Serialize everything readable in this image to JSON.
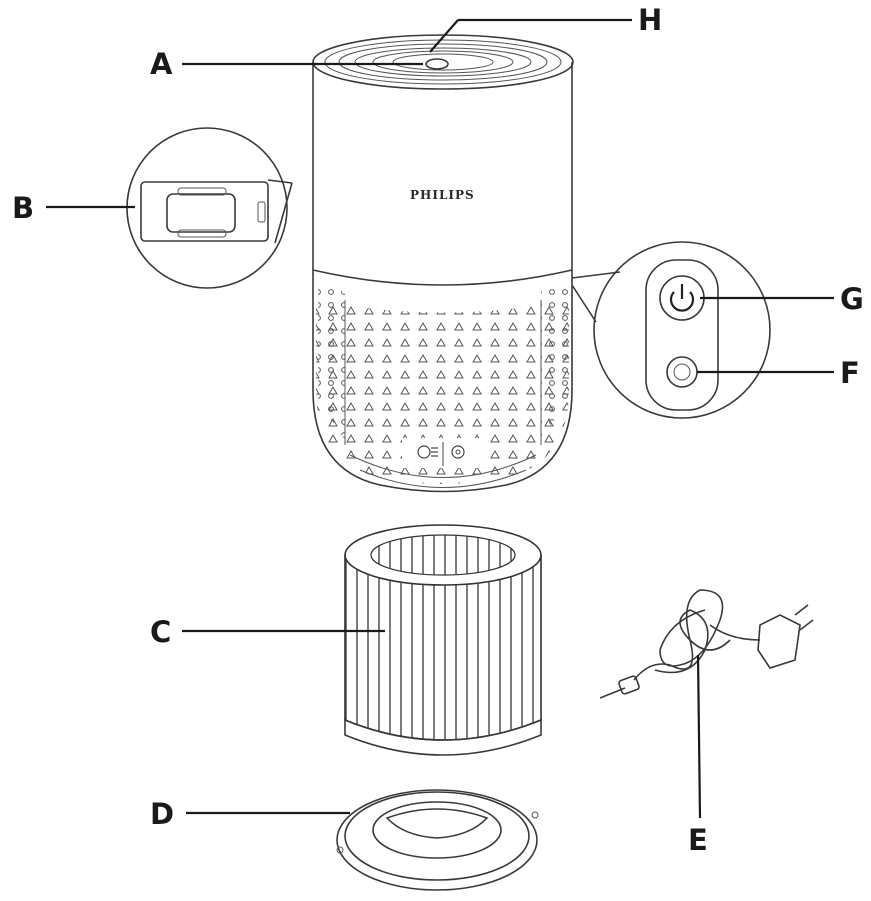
{
  "brand": "PHILIPS",
  "callouts": {
    "A": "A",
    "B": "B",
    "C": "C",
    "D": "D",
    "E": "E",
    "F": "F",
    "G": "G",
    "H": "H"
  },
  "icons": [
    "power-icon",
    "light-button-icon",
    "fan-icon",
    "gear-icon"
  ]
}
